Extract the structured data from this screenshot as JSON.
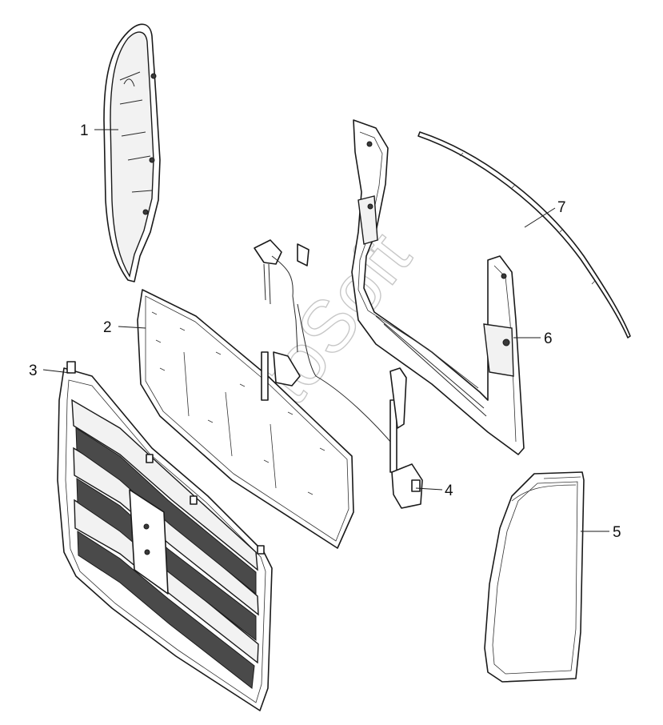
{
  "callouts": [
    {
      "id": "1",
      "label": "1"
    },
    {
      "id": "2",
      "label": "2"
    },
    {
      "id": "3",
      "label": "3"
    },
    {
      "id": "4",
      "label": "4"
    },
    {
      "id": "5",
      "label": "5"
    },
    {
      "id": "6",
      "label": "6"
    },
    {
      "id": "7",
      "label": "7"
    }
  ],
  "watermark": "AutoSoft"
}
